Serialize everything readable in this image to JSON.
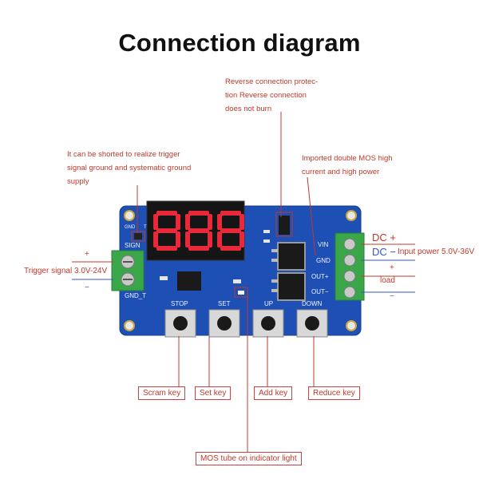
{
  "title": "Connection diagram",
  "notes": {
    "reverse_line1": "Reverse connection protec-",
    "reverse_line2": "tion Reverse connection",
    "reverse_line3": "does not burn",
    "short_line1": "It can be shorted to realize trigger",
    "short_line2": "signal ground and systematic ground",
    "short_line3": "supply",
    "mos_line1": "Imported double MOS high",
    "mos_line2": "current and high power"
  },
  "left": {
    "plus": "+",
    "minus": "−",
    "trigger": "Trigger signal 3.0V-24V"
  },
  "right": {
    "dc_plus": "DC +",
    "dc_minus": "DC −",
    "input_power": "Input power 5.0V-36V",
    "plus": "+",
    "load": "load",
    "minus": "−"
  },
  "board": {
    "sign_label": "SIGN",
    "gnd_label": "GND",
    "t_label": "T",
    "gnd_t_label": "GND_T",
    "display_digits": "888",
    "vin": "VIN",
    "gnd": "GND",
    "out_plus": "OUT+",
    "out_minus": "OUT−",
    "stop": "STOP",
    "set": "SET",
    "up": "UP",
    "down": "DOWN",
    "board_color": "#1d4fb4"
  },
  "keys": {
    "scram": "Scram key",
    "set": "Set key",
    "add": "Add key",
    "reduce": "Reduce key",
    "mos_indicator": "MOS tube on indicator light"
  }
}
